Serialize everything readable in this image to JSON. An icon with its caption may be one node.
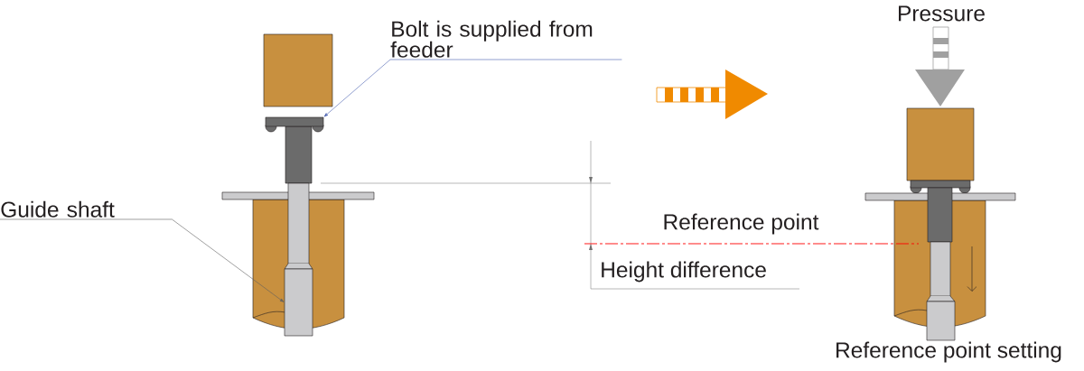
{
  "diagram": {
    "nodes": [
      {
        "text": [
          "Bolt is supplied from feeder"
        ]
      },
      {
        "text": [],
        "shape": "box"
      },
      {
        "text": [
          "Guide shaft"
        ]
      },
      {
        "text": [],
        "shape": "bar"
      }
    ],
    "edges": [
      {
        "from": 0,
        "to": 1,
        "arrow": "to",
        "color": "#4a62b0"
      },
      {
        "from": 2,
        "to": 3,
        "arrow": "to"
      }
    ],
    "labels": [
      "Pressure",
      "Reference point",
      "Height difference",
      "Reference point setting"
    ]
  }
}
